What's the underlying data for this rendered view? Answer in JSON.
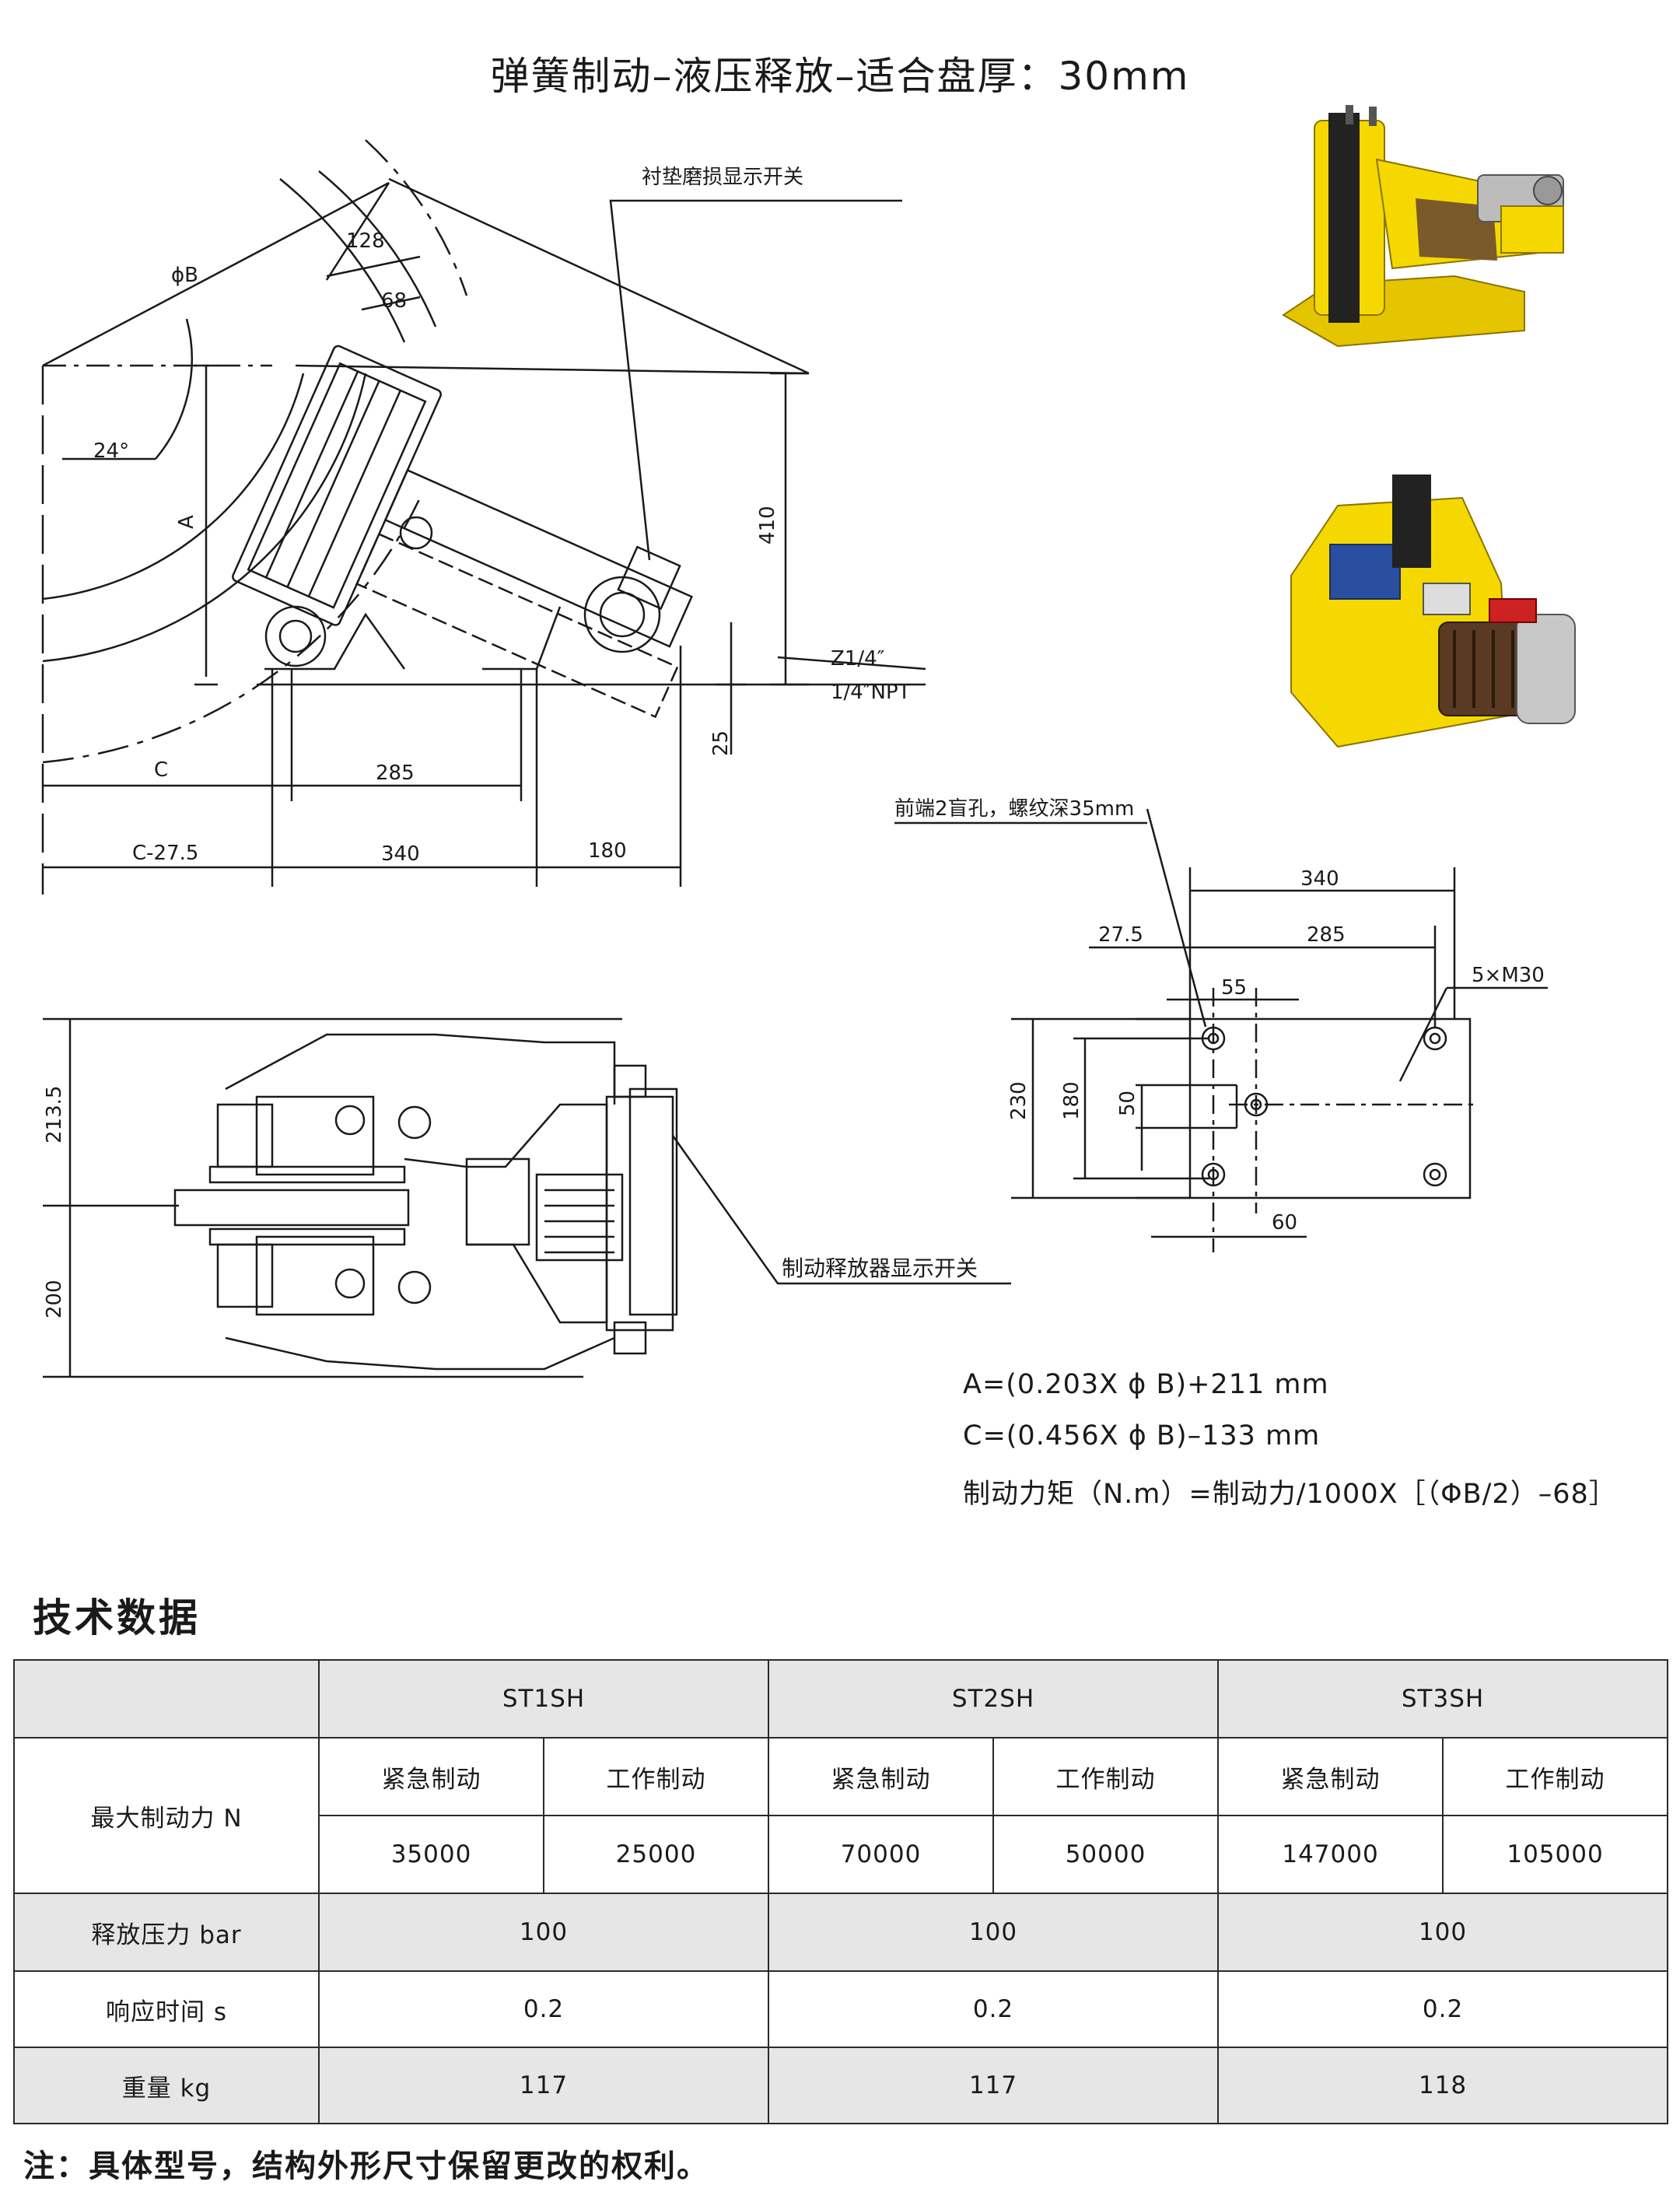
{
  "title": "弹簧制动–液压释放–适合盘厚：30mm",
  "callouts": {
    "pad_wear_switch": "衬垫磨损显示开关",
    "front_holes": "前端2盲孔，螺纹深35mm",
    "release_switch": "制动释放器显示开关"
  },
  "dimensions": {
    "side": {
      "d128": "128",
      "d68": "68",
      "phiB": "ϕB",
      "angle24": "24°",
      "A": "A",
      "d410": "410",
      "z14": "Z1/4″",
      "npt": "1/4″NPT",
      "d25": "25",
      "C": "C",
      "d285": "285",
      "c275": "C-27.5",
      "d340": "340",
      "d180": "180"
    },
    "plan": {
      "d2135": "213.5",
      "d200": "200"
    },
    "mount": {
      "d340": "340",
      "d275": "27.5",
      "d285": "285",
      "d55": "55",
      "m30": "5×M30",
      "d230": "230",
      "d180": "180",
      "d50": "50",
      "d60": "60"
    }
  },
  "formulas": [
    "A=(0.203X ϕ B)+211  mm",
    "C=(0.456X ϕ B)–133  mm",
    "制动力矩（N.m）=制动力/1000X［（ΦB/2）–68］"
  ],
  "tech_heading": "技术数据",
  "table": {
    "models": [
      "ST1SH",
      "ST2SH",
      "ST3SH"
    ],
    "max_force_label": "最大制动力   N",
    "sub_headers": [
      "紧急制动",
      "工作制动"
    ],
    "max_force": [
      [
        "35000",
        "25000"
      ],
      [
        "70000",
        "50000"
      ],
      [
        "147000",
        "105000"
      ]
    ],
    "rows": [
      {
        "label": "释放压力   bar",
        "values": [
          "100",
          "100",
          "100"
        ]
      },
      {
        "label": "响应时间   s",
        "values": [
          "0.2",
          "0.2",
          "0.2"
        ]
      },
      {
        "label": "重量   kg",
        "values": [
          "117",
          "117",
          "118"
        ]
      }
    ]
  },
  "footnote": "注：具体型号，结构外形尺寸保留更改的权利。",
  "colors": {
    "product_yellow": "#f5d800",
    "table_grey": "#e6e6e6",
    "line": "#1a1a1a"
  }
}
